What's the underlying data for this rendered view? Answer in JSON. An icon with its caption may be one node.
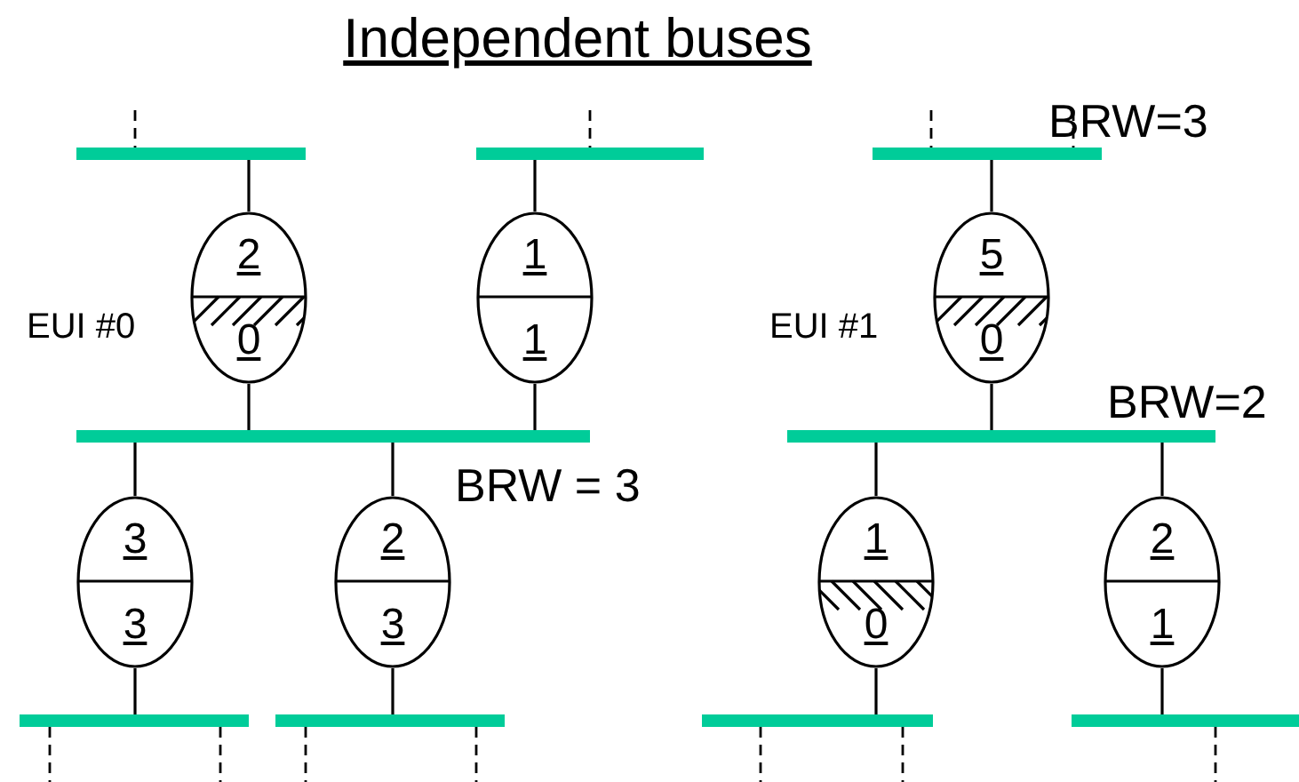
{
  "diagram": {
    "title": "Independent buses",
    "nodes": [
      {
        "text": [],
        "shape": "bar"
      },
      {
        "text": [],
        "shape": "bar"
      },
      {
        "text": [],
        "shape": "bar"
      },
      {
        "text": [
          "2",
          "0"
        ],
        "beside": [
          "EUI #0"
        ]
      },
      {
        "text": [
          "1",
          "1"
        ]
      },
      {
        "text": [
          "5",
          "0"
        ],
        "beside": [
          "EUI #1"
        ]
      },
      {
        "text": [],
        "shape": "bar"
      },
      {
        "text": [],
        "shape": "bar"
      },
      {
        "text": [
          "3",
          "3"
        ]
      },
      {
        "text": [
          "2",
          "3"
        ]
      },
      {
        "text": [
          "1",
          "0"
        ]
      },
      {
        "text": [
          "2",
          "1"
        ]
      },
      {
        "text": [],
        "shape": "bar"
      },
      {
        "text": [],
        "shape": "bar"
      },
      {
        "text": [],
        "shape": "bar"
      },
      {
        "text": [],
        "shape": "bar"
      }
    ],
    "edges": [
      {
        "from": 0,
        "to": 3,
        "arrow": "none"
      },
      {
        "from": 3,
        "to": 6,
        "arrow": "none"
      },
      {
        "from": 1,
        "to": 4,
        "arrow": "none"
      },
      {
        "from": 4,
        "to": 6,
        "arrow": "none"
      },
      {
        "from": 2,
        "to": 5,
        "arrow": "none"
      },
      {
        "from": 5,
        "to": 7,
        "arrow": "none"
      },
      {
        "from": 6,
        "to": 8,
        "arrow": "none"
      },
      {
        "from": 8,
        "to": 12,
        "arrow": "none"
      },
      {
        "from": 6,
        "to": 9,
        "arrow": "none"
      },
      {
        "from": 9,
        "to": 13,
        "arrow": "none"
      },
      {
        "from": 7,
        "to": 10,
        "arrow": "none"
      },
      {
        "from": 10,
        "to": 14,
        "arrow": "none"
      },
      {
        "from": 7,
        "to": 11,
        "arrow": "none"
      },
      {
        "from": 11,
        "to": 15,
        "arrow": "none"
      }
    ],
    "labels": [
      "BRW=3",
      "BRW=2",
      "BRW = 3"
    ]
  }
}
